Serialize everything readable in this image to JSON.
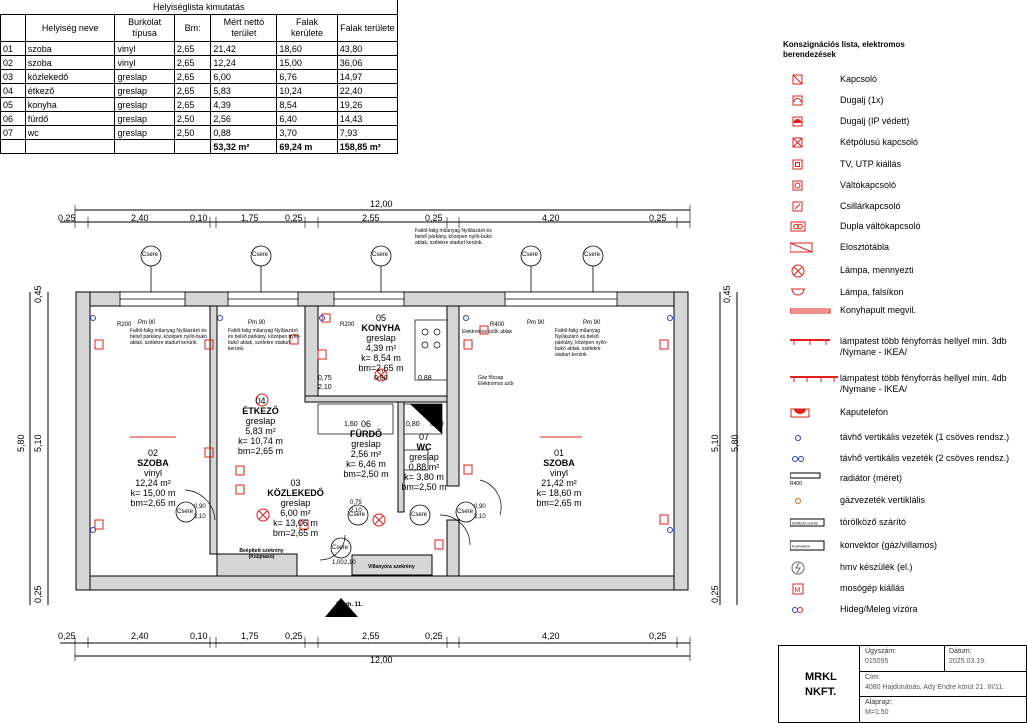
{
  "room_table": {
    "title": "Helyiséglista kimutatás",
    "headers": [
      "",
      "Helyiség neve",
      "Burkolat típusa",
      "Bm:",
      "Mért nettó terület",
      "Falak kerülete",
      "Falak területe"
    ],
    "rows": [
      [
        "01",
        "szoba",
        "vinyl",
        "2,65",
        "21,42",
        "18,60",
        "43,80"
      ],
      [
        "02",
        "szoba",
        "vinyl",
        "2,65",
        "12,24",
        "15,00",
        "36,06"
      ],
      [
        "03",
        "közlekedő",
        "greslap",
        "2,65",
        "6,00",
        "6,76",
        "14,97"
      ],
      [
        "04",
        "étkező",
        "greslap",
        "2,65",
        "5,83",
        "10,24",
        "22,40"
      ],
      [
        "05",
        "konyha",
        "greslap",
        "2,65",
        "4,39",
        "8,54",
        "19,26"
      ],
      [
        "06",
        "fürdő",
        "greslap",
        "2,50",
        "2,56",
        "6,40",
        "14,43"
      ],
      [
        "07",
        "wc",
        "greslap",
        "2,50",
        "0,88",
        "3,70",
        "7,93"
      ]
    ],
    "totals": [
      "53,32 m²",
      "69,24 m",
      "158,85 m²"
    ]
  },
  "legend": {
    "title": "Konszignációs lista, elektromos berendezések",
    "items": [
      {
        "label": "Kapcsoló",
        "icon": "switch-icon"
      },
      {
        "label": "Dugalj (1x)",
        "icon": "socket-icon"
      },
      {
        "label": "Dugalj (IP védett)",
        "icon": "socket-ip-icon"
      },
      {
        "label": "Kétpólusú kapcsoló",
        "icon": "double-pole-switch-icon"
      },
      {
        "label": "TV, UTP kiállás",
        "icon": "tv-utp-icon"
      },
      {
        "label": "Váltókapcsoló",
        "icon": "changeover-switch-icon"
      },
      {
        "label": "Csillárkapcsoló",
        "icon": "chandelier-switch-icon"
      },
      {
        "label": "Dupla váltókapcsoló",
        "icon": "double-changeover-switch-icon"
      },
      {
        "label": "Elosztótábla",
        "icon": "distribution-board-icon"
      },
      {
        "label": "Lámpa, mennyezti",
        "icon": "ceiling-lamp-icon"
      },
      {
        "label": "Lámpa, falsíkon",
        "icon": "wall-lamp-icon"
      },
      {
        "label": "Konyhapult megvil.",
        "icon": "counter-light-icon"
      },
      {
        "label": "lámpatest több fényforrás hellyel min. 3db /Nymane - IKEA/",
        "icon": "light-3-icon"
      },
      {
        "label": "lámpatest több fényforrás hellyel min. 4db /Nymane - IKEA/",
        "icon": "light-4-icon"
      },
      {
        "label": "Kaputelefon",
        "icon": "intercom-icon"
      },
      {
        "label": "távhő vertikális vezeték (1 csöves rendsz.)",
        "icon": "pipe-1-icon"
      },
      {
        "label": "távhő vertikális vezeték (2 csöves rendsz.)",
        "icon": "pipe-2-icon"
      },
      {
        "label": "radiátor (méret)",
        "icon": "radiator-icon"
      },
      {
        "label": "gázvezeték vertiklális",
        "icon": "gas-pipe-icon"
      },
      {
        "label": "törölköző szárító",
        "icon": "towel-dryer-icon"
      },
      {
        "label": "konvektor (gáz/villamos)",
        "icon": "convector-icon"
      },
      {
        "label": "hmv készülék (el.)",
        "icon": "water-heater-icon"
      },
      {
        "label": "mosógép kiállás",
        "icon": "washing-machine-icon"
      },
      {
        "label": "Hideg/Meleg vízóra",
        "icon": "water-meter-icon"
      }
    ],
    "radiator_code": "R400",
    "towel_text": "törölköző szárító",
    "convector_text": "Konvektor"
  },
  "plan": {
    "top_total": "12,00",
    "bottom_total": "12,00",
    "top_dims": [
      "0,25",
      "2,40",
      "0,10",
      "1,75",
      "0,25",
      "2,55",
      "0,25",
      "4,20",
      "0,25"
    ],
    "bottom_dims": [
      "0,25",
      "2,40",
      "0,10",
      "1,75",
      "0,25",
      "2,55",
      "0,25",
      "4,20",
      "0,25"
    ],
    "left_dims": [
      "0,45",
      "5,10",
      "5,80",
      "0,25"
    ],
    "right_dims": [
      "0,45",
      "5,10",
      "5,80",
      "0,25"
    ],
    "csere": "Csere",
    "rooms": [
      {
        "num": "02",
        "name": "SZOBA",
        "floor": "vinyl",
        "area": "12,24 m²",
        "k": "k= 15,00 m",
        "bm": "bm=2,65 m"
      },
      {
        "num": "04",
        "name": "ÉTKEZŐ",
        "floor": "greslap",
        "area": "5,83 m²",
        "k": "k= 10,74 m",
        "bm": "bm=2,65 m"
      },
      {
        "num": "05",
        "name": "KONYHA",
        "floor": "greslap",
        "area": "4,39 m²",
        "k": "k= 8,54 m",
        "bm": "bm=2,65 m"
      },
      {
        "num": "06",
        "name": "FÜRDŐ",
        "floor": "greslap",
        "area": "2,56 m²",
        "k": "k= 6,46 m",
        "bm": "bm=2,50 m"
      },
      {
        "num": "07",
        "name": "WC",
        "floor": "greslap",
        "area": "0,88 m²",
        "k": "k= 3,80 m",
        "bm": "bm=2,50 m"
      },
      {
        "num": "03",
        "name": "KÖZLEKEDŐ",
        "floor": "greslap",
        "area": "6,00 m²",
        "k": "k= 13,06 m",
        "bm": "bm=2,65 m"
      },
      {
        "num": "01",
        "name": "SZOBA",
        "floor": "vinyl",
        "area": "21,42 m²",
        "k": "k= 18,60 m",
        "bm": "bm=2,65 m"
      }
    ],
    "notes": {
      "window_note": "Faltól-falig műanyag Nyílászáró és belső párkány, középen nyíló-bukó ablak, szélekre stadurt kerünk.",
      "pm90": "Pm 90",
      "r200": "R200",
      "r400": "R400",
      "elektromos": "Elektromos szűk ablak",
      "gaz": "Gáz főcsap Elektromos szűr",
      "entrance": "3. em. 11.",
      "villanyora": "Villanyóra szekrény",
      "beepitett": "Beépített szekrény (Kiüljnaso)",
      "dims_kitchen": [
        "0,75",
        "2,10",
        "0,80",
        "0,88"
      ],
      "dims_bath": [
        "1,60",
        "0,80",
        "0,60"
      ],
      "dims_door": [
        "0,90",
        "2,10",
        "0,75",
        "2,10",
        "0,90",
        "2,10",
        "1,00",
        "2,10"
      ]
    }
  },
  "title_block": {
    "company": "MRKL NKFT.",
    "ugyszam_label": "Ügyszám:",
    "ugyszam": "015095",
    "datum_label": "Dátum:",
    "datum": "2025.03.19.",
    "cim_label": "Cím:",
    "cim": "4080 Hajdúnánás, Ady Endre körút 21. III/11.",
    "alaprajz_label": "Alaprajz:",
    "scale": "M=1:50"
  },
  "colors": {
    "symbol": "#e0201a",
    "pipe": "#2a3ccc",
    "line": "#000000"
  }
}
